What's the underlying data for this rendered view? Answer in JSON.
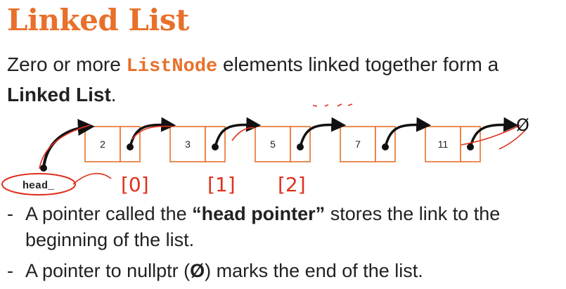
{
  "slide": {
    "title": "Linked List",
    "intro": {
      "part1": "Zero or more ",
      "code": "ListNode",
      "part2": " elements linked together form a ",
      "bold": "Linked List",
      "part3": "."
    }
  },
  "diagram": {
    "nodes": [
      {
        "value": "2"
      },
      {
        "value": "3"
      },
      {
        "value": "5"
      },
      {
        "value": "7"
      },
      {
        "value": "11"
      }
    ],
    "head_label": "head_",
    "null_symbol": "Ø",
    "annotation_color": "#e0301e",
    "node_border_color": "#e8702a",
    "handwritten_indices": [
      "[0]",
      "[1]",
      "[2]"
    ]
  },
  "bullets": [
    {
      "dash": "-",
      "pre": "A pointer called the ",
      "bold": "“head pointer”",
      "post": " stores the link to the beginning of the list."
    },
    {
      "dash": "-",
      "pre": "A pointer to nullptr (",
      "bold": "Ø",
      "post": ") marks the end of the list."
    }
  ]
}
